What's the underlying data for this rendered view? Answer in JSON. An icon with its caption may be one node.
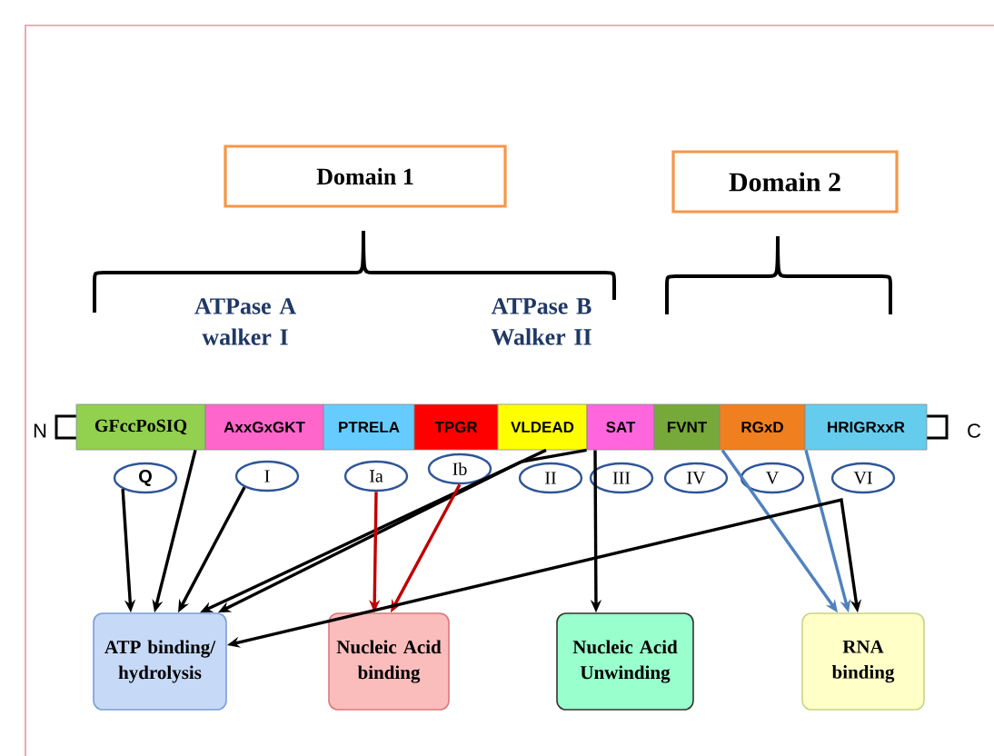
{
  "diagram": {
    "nodes": [
      {
        "text": [
          "Domain 1"
        ]
      },
      {
        "text": [
          "Domain 2"
        ]
      },
      {
        "text": [
          "GFccPoSIQ"
        ]
      },
      {
        "text": [
          "AxxGxGKT"
        ]
      },
      {
        "text": [
          "PTRELA"
        ]
      },
      {
        "text": [
          "TPGR"
        ]
      },
      {
        "text": [
          "VLDEAD"
        ]
      },
      {
        "text": [
          "SAT"
        ]
      },
      {
        "text": [
          "FVNT"
        ]
      },
      {
        "text": [
          "RGxD"
        ]
      },
      {
        "text": [
          "HRIGRxxR"
        ]
      },
      {
        "text": [
          "Q"
        ]
      },
      {
        "text": [
          "I"
        ]
      },
      {
        "text": [
          "Ia"
        ]
      },
      {
        "text": [
          "Ib"
        ]
      },
      {
        "text": [
          "II"
        ]
      },
      {
        "text": [
          "III"
        ]
      },
      {
        "text": [
          "IV"
        ]
      },
      {
        "text": [
          "V"
        ]
      },
      {
        "text": [
          "VI"
        ]
      },
      {
        "text": [
          "ATP binding/ hydrolysis"
        ]
      },
      {
        "text": [
          "Nucleic Acid binding"
        ]
      },
      {
        "text": [
          "Nucleic Acid Unwinding"
        ]
      },
      {
        "text": [
          "RNA binding"
        ]
      }
    ],
    "edges": [
      {
        "from": 11,
        "to": 20,
        "arrow": "to"
      },
      {
        "from": 2,
        "to": 20,
        "arrow": "to"
      },
      {
        "from": 12,
        "to": 20,
        "arrow": "to"
      },
      {
        "from": 6,
        "to": 20,
        "arrow": "to"
      },
      {
        "from": 7,
        "to": 20,
        "arrow": "to"
      },
      {
        "from": 7,
        "to": 22,
        "arrow": "to"
      },
      {
        "from": 13,
        "to": 21,
        "arrow": "to",
        "color": "#c00000"
      },
      {
        "from": 14,
        "to": 21,
        "arrow": "to",
        "color": "#c00000"
      },
      {
        "from": 9,
        "to": 23,
        "arrow": "to",
        "color": "#4f81bd"
      },
      {
        "from": 10,
        "to": 23,
        "arrow": "to",
        "color": "#4f81bd"
      },
      {
        "from": 20,
        "to": 23,
        "arrow": "both"
      }
    ],
    "labels": [
      "ATPase A walker I",
      "ATPase B Walker II",
      "N",
      "C"
    ]
  }
}
